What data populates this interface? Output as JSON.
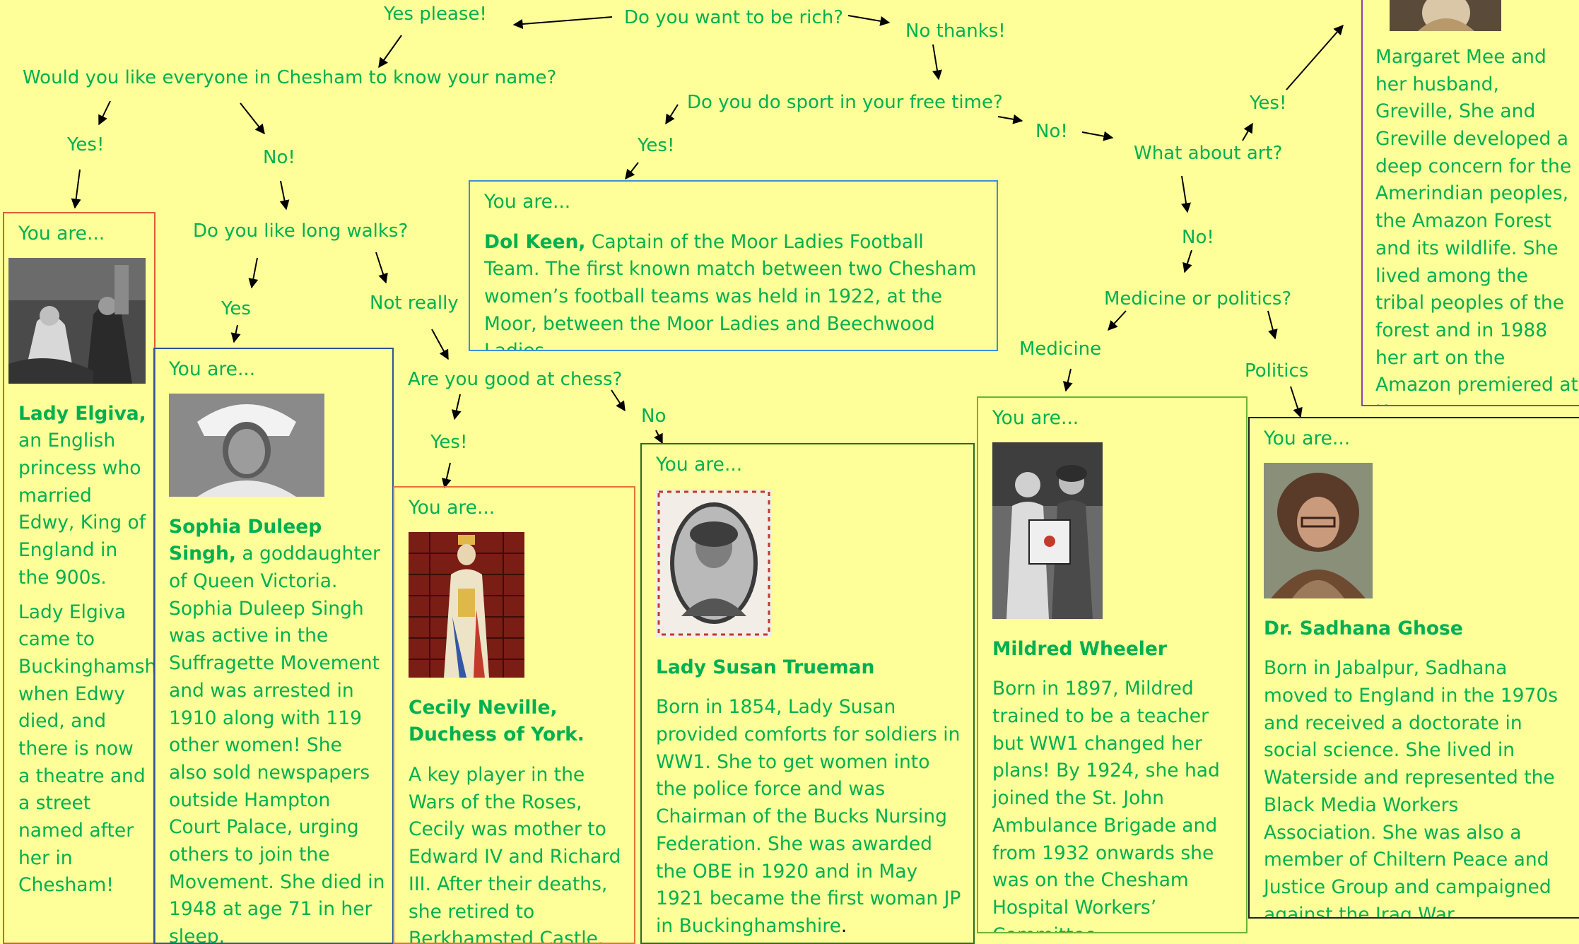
{
  "questions": {
    "rich": "Do you want to be rich?",
    "yes_please": "Yes please!",
    "no_thanks": "No thanks!",
    "name": "Would you like everyone in Chesham to know your name?",
    "name_yes": "Yes!",
    "name_no": "No!",
    "walks": "Do you like long walks?",
    "walks_yes": "Yes",
    "walks_not_really": "Not really",
    "chess": "Are you good at chess?",
    "chess_yes": "Yes!",
    "chess_no": "No",
    "sport": "Do you do sport in your free time?",
    "sport_yes": "Yes!",
    "sport_no": "No!",
    "art": "What about art?",
    "art_yes": "Yes!",
    "art_no": "No!",
    "medpol": "Medicine or politics?",
    "medicine": "Medicine",
    "politics": "Politics"
  },
  "cards": {
    "elgiva": {
      "you": "You are...",
      "name": "Lady Elgiva,",
      "text1": " an English princess who married Edwy, King of England in the 900s.",
      "text2": "Lady Elgiva came to Buckinghamshire when Edwy died, and there is now a theatre and a street named after her in Chesham!"
    },
    "sophia": {
      "you": "You are...",
      "name": "Sophia Duleep Singh,",
      "text1": " a goddaughter of Queen Victoria. Sophia Duleep Singh was active in the Suffragette Movement and was arrested in 1910 along with 119 other women! She also sold newspapers outside Hampton Court Palace, urging others to join the Movement. She died in 1948 at age 71 in her sleep."
    },
    "dol": {
      "you": "You are...",
      "name": "Dol Keen,",
      "text1": " Captain of the Moor Ladies Football Team. The first known match between two Chesham women’s football teams was held in 1922, at the Moor, between the Moor Ladies and Beechwood Ladies."
    },
    "cecily": {
      "you": "You are...",
      "name": "Cecily Neville, Duchess of York.",
      "text1": "A key player in the Wars of the Roses, Cecily was mother to Edward IV and Richard III. After their deaths, she retired to Berkhamsted Castle."
    },
    "susan": {
      "you": "You are...",
      "name": "Lady Susan Trueman",
      "text1": "Born in 1854, Lady Susan provided comforts for soldiers in WW1. She to get women into the police force and was Chairman of the Bucks Nursing Federation. She was awarded the OBE in 1920 and in May 1921 became the first woman JP in Buckinghamshire",
      "period": "."
    },
    "mildred": {
      "you": "You are...",
      "name": "Mildred Wheeler",
      "text1": "Born in 1897, Mildred trained to be a teacher but WW1 changed her plans! By 1924, she had joined the St. John Ambulance Brigade and from 1932 onwards she was on the Chesham Hospital Workers’ Committee"
    },
    "sadhana": {
      "you": "You are...",
      "name": "Dr. Sadhana Ghose",
      "text1": "Born in Jabalpur, Sadhana moved to England in the 1970s and received a doctorate in social science. She lived in Waterside and represented the Black Media Workers Association. She was also a member of Chiltern Peace and Justice Group and campaigned against the Iraq War."
    },
    "margaret": {
      "text1": "Margaret Mee and her husband, Greville, She and Greville developed a deep concern for the Amerindian peoples, the Amazon Forest and its wildlife. She lived among the tribal peoples of the forest and in 1988 her art on the Amazon premiered at Kew."
    }
  },
  "colors": {
    "background": "#ffff99",
    "text": "#00b050",
    "arrow": "#000000"
  }
}
